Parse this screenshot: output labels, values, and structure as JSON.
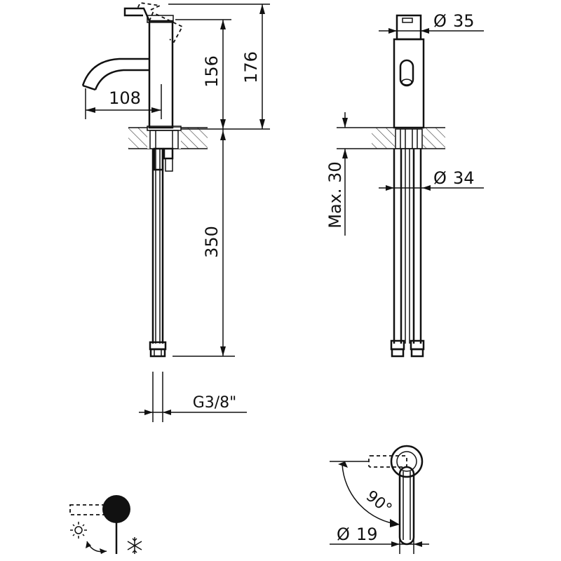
{
  "dimensions": {
    "height_total": "176",
    "height_spout": "156",
    "reach": "108",
    "below_counter": "350",
    "thread": "G3/8\"",
    "max_counter": "Max. 30",
    "diameter_body": "35",
    "diameter_hole": "34",
    "diameter_handle": "19",
    "diameter_symbol": "Ø",
    "lever_angle": "90°"
  },
  "symbols": {
    "hot": "sun-icon",
    "cold": "snowflake-icon",
    "rotate": "rotate-arrow-icon"
  }
}
